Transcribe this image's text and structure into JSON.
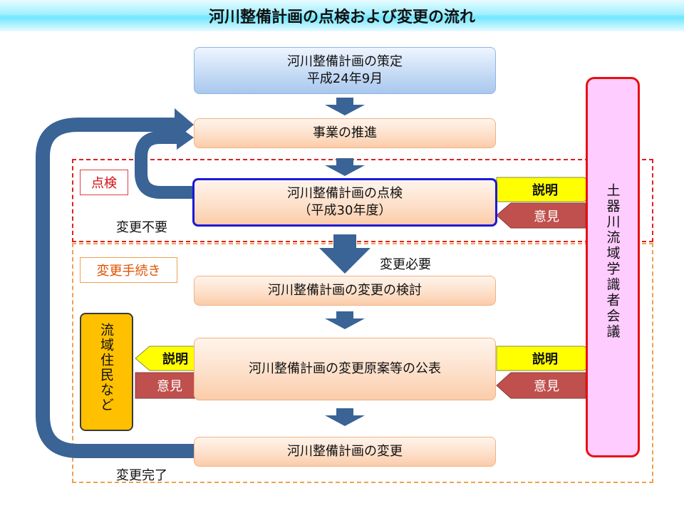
{
  "title": "河川整備計画の点検および変更の流れ",
  "boxes": {
    "formulation_line1": "河川整備計画の策定",
    "formulation_line2": "平成24年9月",
    "promotion": "事業の推進",
    "inspection_line1": "河川整備計画の点検",
    "inspection_line2": "（平成30年度）",
    "review": "河川整備計画の変更の検討",
    "publication": "河川整備計画の変更原案等の公表",
    "change": "河川整備計画の変更"
  },
  "regions": {
    "inspection_tag": "点検",
    "procedure_tag": "変更手続き"
  },
  "labels": {
    "no_change": "変更不要",
    "change_needed": "変更必要",
    "change_done": "変更完了"
  },
  "arrows": {
    "explain": "説明",
    "opinion": "意見"
  },
  "committee": "土器川流域学識者会議",
  "residents": "流域住民など",
  "colors": {
    "flow_arrow": "#3a6396",
    "explain_fill": "#ffff00",
    "opinion_fill": "#c0504d",
    "committee_border": "#e81010",
    "committee_fill": "#ffccff",
    "residents_fill": "#ffc000"
  }
}
